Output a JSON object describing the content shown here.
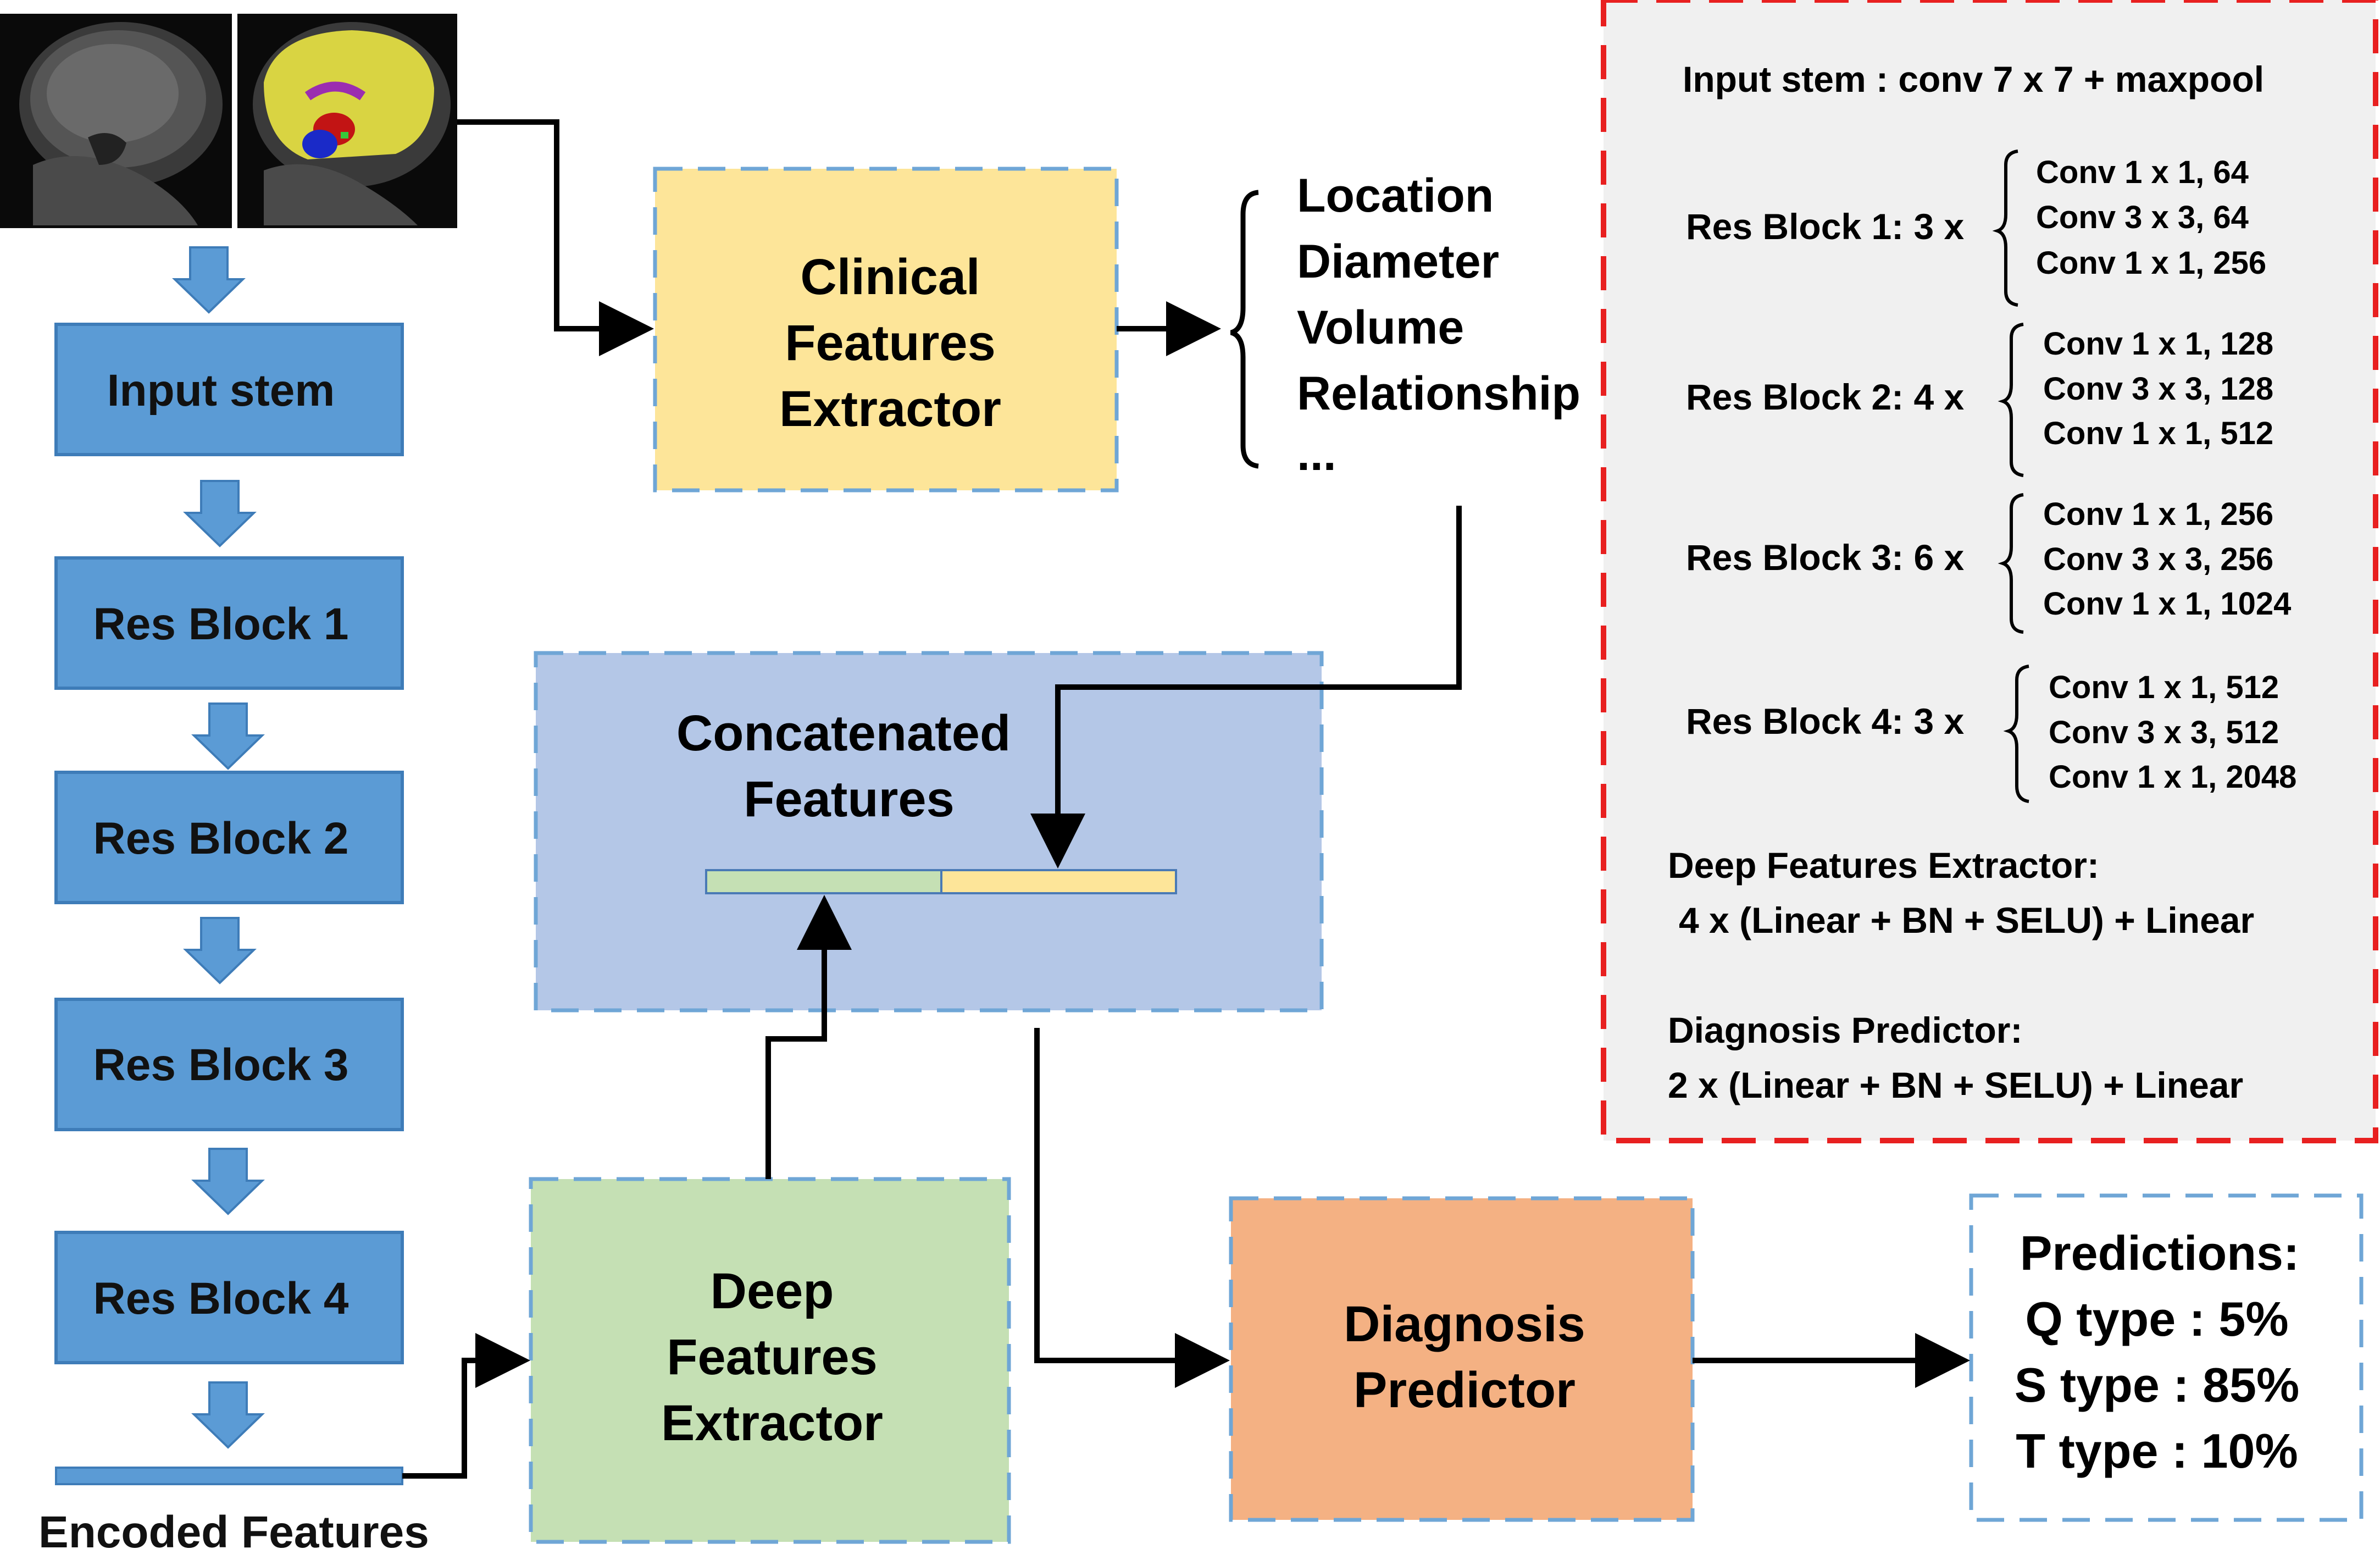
{
  "colors": {
    "block_fill": "#5b9bd5",
    "clinical_fill": "#fde599",
    "concat_fill": "#b4c7e7",
    "deep_fill": "#c5e0b4",
    "diagnosis_fill": "#f4b183",
    "config_fill": "#f0f0f0",
    "config_border": "#e82020",
    "dashed_border": "#6fa6d6",
    "line": "#000000"
  },
  "icons": [
    "brain-mri-icon",
    "brain-mri-segmented-icon",
    "down-arrow-icon"
  ],
  "pipeline": {
    "input_stem": "Input stem",
    "res_block_1": "Res Block 1",
    "res_block_2": "Res Block 2",
    "res_block_3": "Res Block 3",
    "res_block_4": "Res Block 4",
    "encoded_features": "Encoded Features"
  },
  "clinical": {
    "line1": "Clinical",
    "line2": "Features",
    "line3": "Extractor",
    "features": [
      "Location",
      "Diameter",
      "Volume",
      "Relationship",
      "..."
    ]
  },
  "concat": {
    "line1": "Concatenated",
    "line2": "Features"
  },
  "deep": {
    "line1": "Deep",
    "line2": "Features",
    "line3": "Extractor"
  },
  "diagnosis": {
    "line1": "Diagnosis",
    "line2": "Predictor"
  },
  "predictions": {
    "title": "Predictions:",
    "q": "Q type : 5%",
    "s": "S type : 85%",
    "t": "T type : 10%"
  },
  "config": {
    "input_stem": "Input stem : conv 7 x 7 + maxpool",
    "res1": {
      "label": "Res Block 1: 3 x",
      "convs": [
        "Conv 1 x 1, 64",
        "Conv 3 x 3, 64",
        "Conv 1 x 1, 256"
      ]
    },
    "res2": {
      "label": "Res Block 2: 4 x",
      "convs": [
        "Conv 1 x 1, 128",
        "Conv 3 x 3, 128",
        "Conv 1 x 1, 512"
      ]
    },
    "res3": {
      "label": "Res Block 3: 6 x",
      "convs": [
        "Conv 1 x 1, 256",
        "Conv 3 x 3, 256",
        "Conv 1 x 1, 1024"
      ]
    },
    "res4": {
      "label": "Res Block 4: 3 x",
      "convs": [
        "Conv 1 x 1, 512",
        "Conv 3 x 3, 512",
        "Conv 1 x 1, 2048"
      ]
    },
    "deep_title": "Deep Features Extractor:",
    "deep_desc": "4 x (Linear + BN + SELU) + Linear",
    "diag_title": "Diagnosis Predictor:",
    "diag_desc": "2 x  (Linear + BN + SELU) + Linear"
  }
}
